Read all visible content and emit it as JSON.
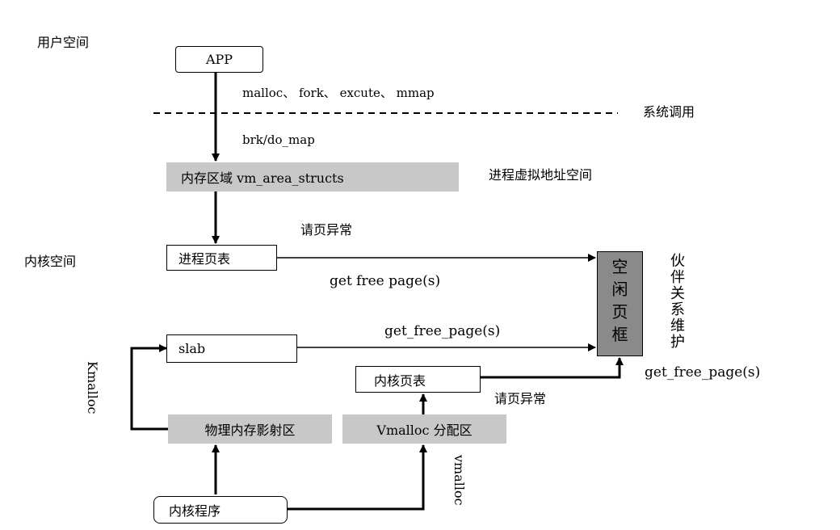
{
  "labels": {
    "user_space": "用户空间",
    "kernel_space": "内核空间",
    "syscall": "系统调用",
    "process_vaddr": "进程虚拟地址空间",
    "page_fault_1": "请页异常",
    "page_fault_2": "请页异常",
    "buddy": "伙伴关系维护"
  },
  "edges": {
    "syscalls": "malloc、 fork、 excute、 mmap",
    "brk": "brk/do_map",
    "gfp1": "get  free  page(s)",
    "gfp2": "get_free_page(s)",
    "gfp3": "get_free_page(s)",
    "kmalloc": "Kmalloc",
    "vmalloc": "vmalloc"
  },
  "nodes": {
    "app": "APP",
    "vma": "内存区域  vm_area_structs",
    "proc_pt": "进程页表",
    "free_frames": "空闲页框",
    "slab": "slab",
    "kernel_pt": "内核页表",
    "phys_map": "物理内存影射区",
    "vmalloc_area": "Vmalloc 分配区",
    "kernel_prog": "内核程序"
  }
}
